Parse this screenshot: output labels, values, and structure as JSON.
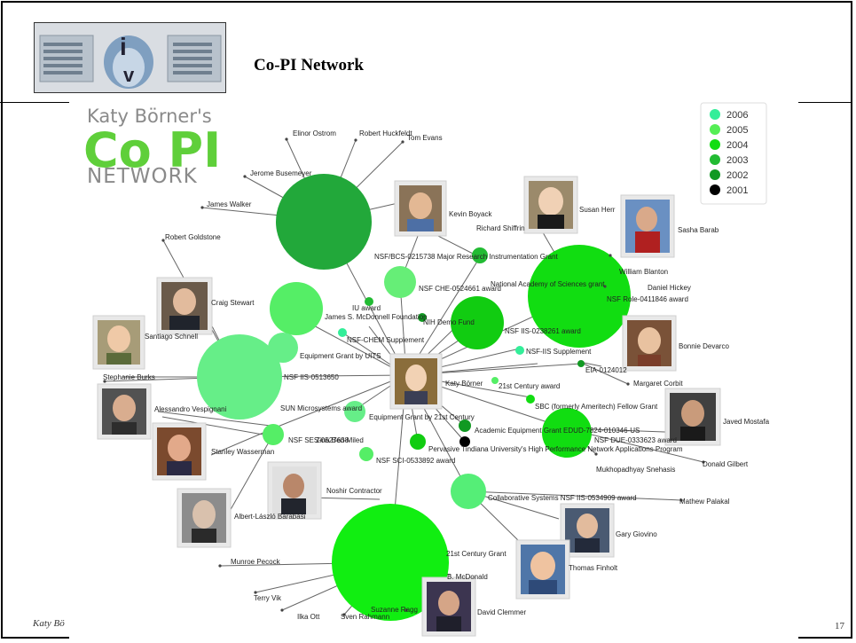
{
  "slide": {
    "title": "Co-PI Network",
    "footer_author": "Katy Bö",
    "page_number": "17"
  },
  "brand": {
    "line1": "Katy Börner's",
    "line2": "Co PI",
    "line3": "NETWORK"
  },
  "legend": [
    {
      "year": "2006",
      "color": "#33ee99"
    },
    {
      "year": "2005",
      "color": "#55ee55"
    },
    {
      "year": "2004",
      "color": "#11dd11"
    },
    {
      "year": "2003",
      "color": "#22bb33"
    },
    {
      "year": "2002",
      "color": "#119922"
    },
    {
      "year": "2001",
      "color": "#000000"
    }
  ],
  "people": [
    "Elinor Ostrom",
    "Robert Huckfeldt",
    "Tom Evans",
    "Jerome Busemeyer",
    "James Walker",
    "Robert Goldstone",
    "Craig Stewart",
    "Santiago Schnell",
    "Stephanie Burks",
    "Alessandro Vespignani",
    "Stanley Wasserman",
    "Albert-László Barabási",
    "Noshir Contractor",
    "Zina Ben-Miled",
    "Munroe Pecock",
    "Terry Vik",
    "Ilka Ott",
    "Sven Rahmann",
    "Suzanne Ragg",
    "B. McDonald",
    "David Clemmer",
    "Thomas Finholt",
    "Gary Giovino",
    "Mathew Palakal",
    "Donald Gilbert",
    "Mukhopadhyay Snehasis",
    "Javed Mostafa",
    "Margaret Corbit",
    "Bonnie Devarco",
    "Daniel Hickey",
    "William Blanton",
    "Sasha Barab",
    "Susan Herr",
    "Richard Shiffrin",
    "Kevin Boyack",
    "Katy Börner"
  ],
  "grants": [
    "NSF/BCS-0215738 Major Research Instrumentation Grant",
    "NSF CHE-0524661 award",
    "National Academy of Sciences grant",
    "NSF Role-0411846 award",
    "IU award",
    "James S. McDonnell Foundation",
    "NIH Demo Fund",
    "NSF IIS-0238261 award",
    "NSF-CHEM Supplement",
    "NSF-IIS Supplement",
    "Equipment Grant by UITS",
    "EIA-0124012",
    "NSF IIS-0513650",
    "21st Century award",
    "SBC (formerly Ameritech) Fellow Grant",
    "SUN Microsystems award",
    "Equipment Grant by 21st Century",
    "Academic Equipment Grant EDUD-7824-010346-US",
    "NSF DUE-0333623 award",
    "NSF SES-0527638",
    "Pervasive Tindiana University's High Performance Network Applications Program",
    "NSF SCI-0533892 award",
    "Collaborative Systems NSF IIS-0534909 award",
    "21st Century Grant"
  ]
}
